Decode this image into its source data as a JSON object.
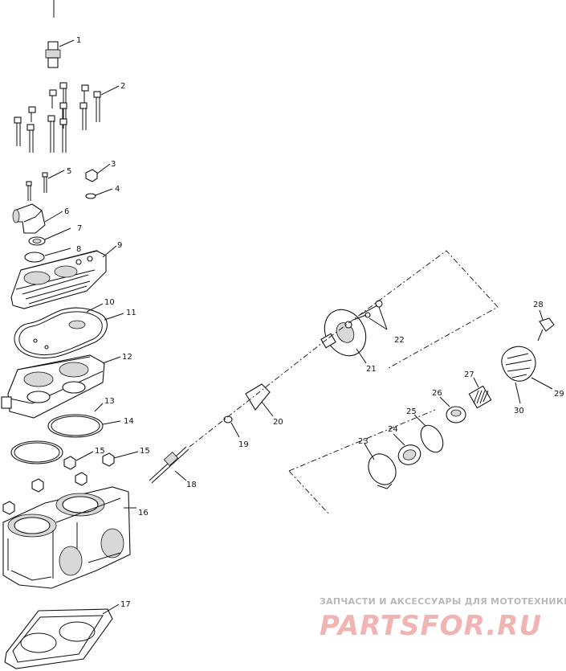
{
  "callouts": [
    {
      "id": "1",
      "label": "1"
    },
    {
      "id": "2",
      "label": "2"
    },
    {
      "id": "3",
      "label": "3"
    },
    {
      "id": "4",
      "label": "4"
    },
    {
      "id": "5",
      "label": "5"
    },
    {
      "id": "6",
      "label": "6"
    },
    {
      "id": "7",
      "label": "7"
    },
    {
      "id": "8",
      "label": "8"
    },
    {
      "id": "9",
      "label": "9"
    },
    {
      "id": "10",
      "label": "10"
    },
    {
      "id": "11",
      "label": "11"
    },
    {
      "id": "12",
      "label": "12"
    },
    {
      "id": "13",
      "label": "13"
    },
    {
      "id": "14",
      "label": "14"
    },
    {
      "id": "15a",
      "label": "15"
    },
    {
      "id": "15b",
      "label": "15"
    },
    {
      "id": "16",
      "label": "16"
    },
    {
      "id": "17",
      "label": "17"
    },
    {
      "id": "18",
      "label": "18"
    },
    {
      "id": "19",
      "label": "19"
    },
    {
      "id": "20",
      "label": "20"
    },
    {
      "id": "21",
      "label": "21"
    },
    {
      "id": "22",
      "label": "22"
    },
    {
      "id": "23",
      "label": "23"
    },
    {
      "id": "24",
      "label": "24"
    },
    {
      "id": "25",
      "label": "25"
    },
    {
      "id": "26",
      "label": "26"
    },
    {
      "id": "27",
      "label": "27"
    },
    {
      "id": "28",
      "label": "28"
    },
    {
      "id": "29",
      "label": "29"
    },
    {
      "id": "30",
      "label": "30"
    }
  ],
  "watermark": {
    "tagline": "ЗАПЧАСТИ И АКСЕССУАРЫ ДЛЯ МОТОТЕХНИКИ",
    "brand": "PARTSFOR.RU"
  },
  "colors": {
    "line": "#111111",
    "watermark_gray": "#b9b9b9",
    "watermark_pink": "#f2b3b3"
  }
}
